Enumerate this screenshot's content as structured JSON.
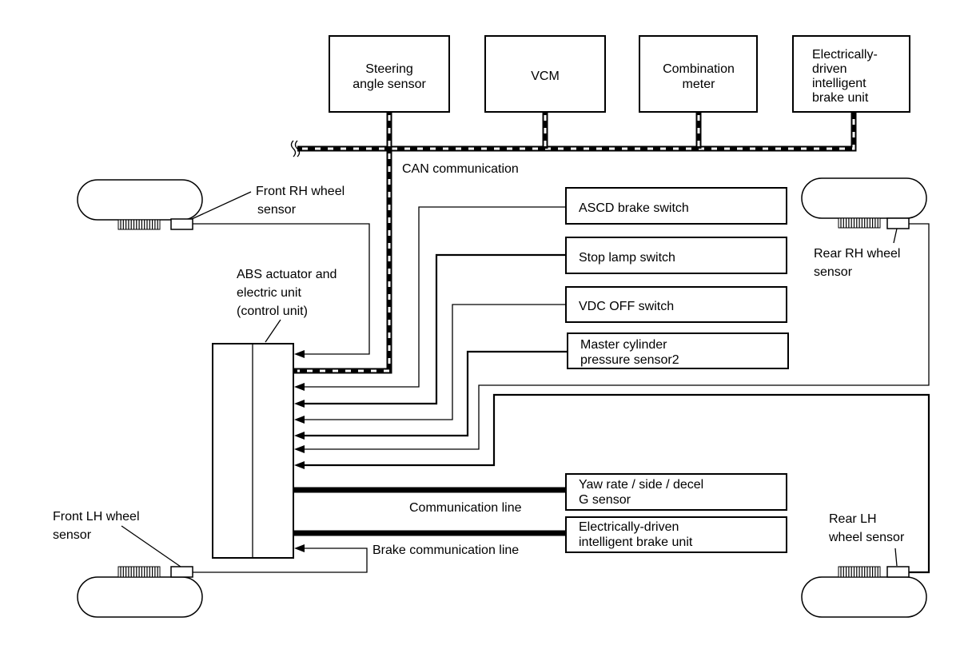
{
  "title": "VDC/ABS system diagram",
  "top_units": [
    {
      "id": "steering",
      "lines": [
        "Steering",
        "angle sensor"
      ]
    },
    {
      "id": "vcm",
      "lines": [
        "VCM"
      ]
    },
    {
      "id": "combination",
      "lines": [
        "Combination",
        "meter"
      ]
    },
    {
      "id": "brake-unit-top",
      "lines": [
        "Electrically-",
        "driven",
        "intelligent",
        "brake unit"
      ]
    }
  ],
  "can_label": "CAN communication",
  "abs_label": [
    "ABS actuator and",
    "electric unit",
    "(control unit)"
  ],
  "switches": [
    {
      "id": "ascd",
      "lines": [
        "ASCD brake switch"
      ]
    },
    {
      "id": "stop-lamp",
      "lines": [
        "Stop lamp switch"
      ]
    },
    {
      "id": "vdc-off",
      "lines": [
        "VDC OFF switch"
      ]
    },
    {
      "id": "master-cyl",
      "lines": [
        "Master cylinder",
        "pressure sensor2"
      ]
    }
  ],
  "bottom_units": [
    {
      "id": "yaw",
      "lines": [
        "Yaw rate / side / decel",
        "G sensor"
      ]
    },
    {
      "id": "brake-unit-bottom",
      "lines": [
        "Electrically-driven",
        "intelligent brake unit"
      ]
    }
  ],
  "line_labels": {
    "communication": "Communication line",
    "brake_communication": "Brake communication line"
  },
  "wheel_sensors": {
    "front_rh": [
      "Front RH wheel",
      "sensor"
    ],
    "rear_rh": [
      "Rear RH wheel",
      "sensor"
    ],
    "front_lh": [
      "Front LH wheel",
      "sensor"
    ],
    "rear_lh": [
      "Rear LH",
      "wheel sensor"
    ]
  }
}
